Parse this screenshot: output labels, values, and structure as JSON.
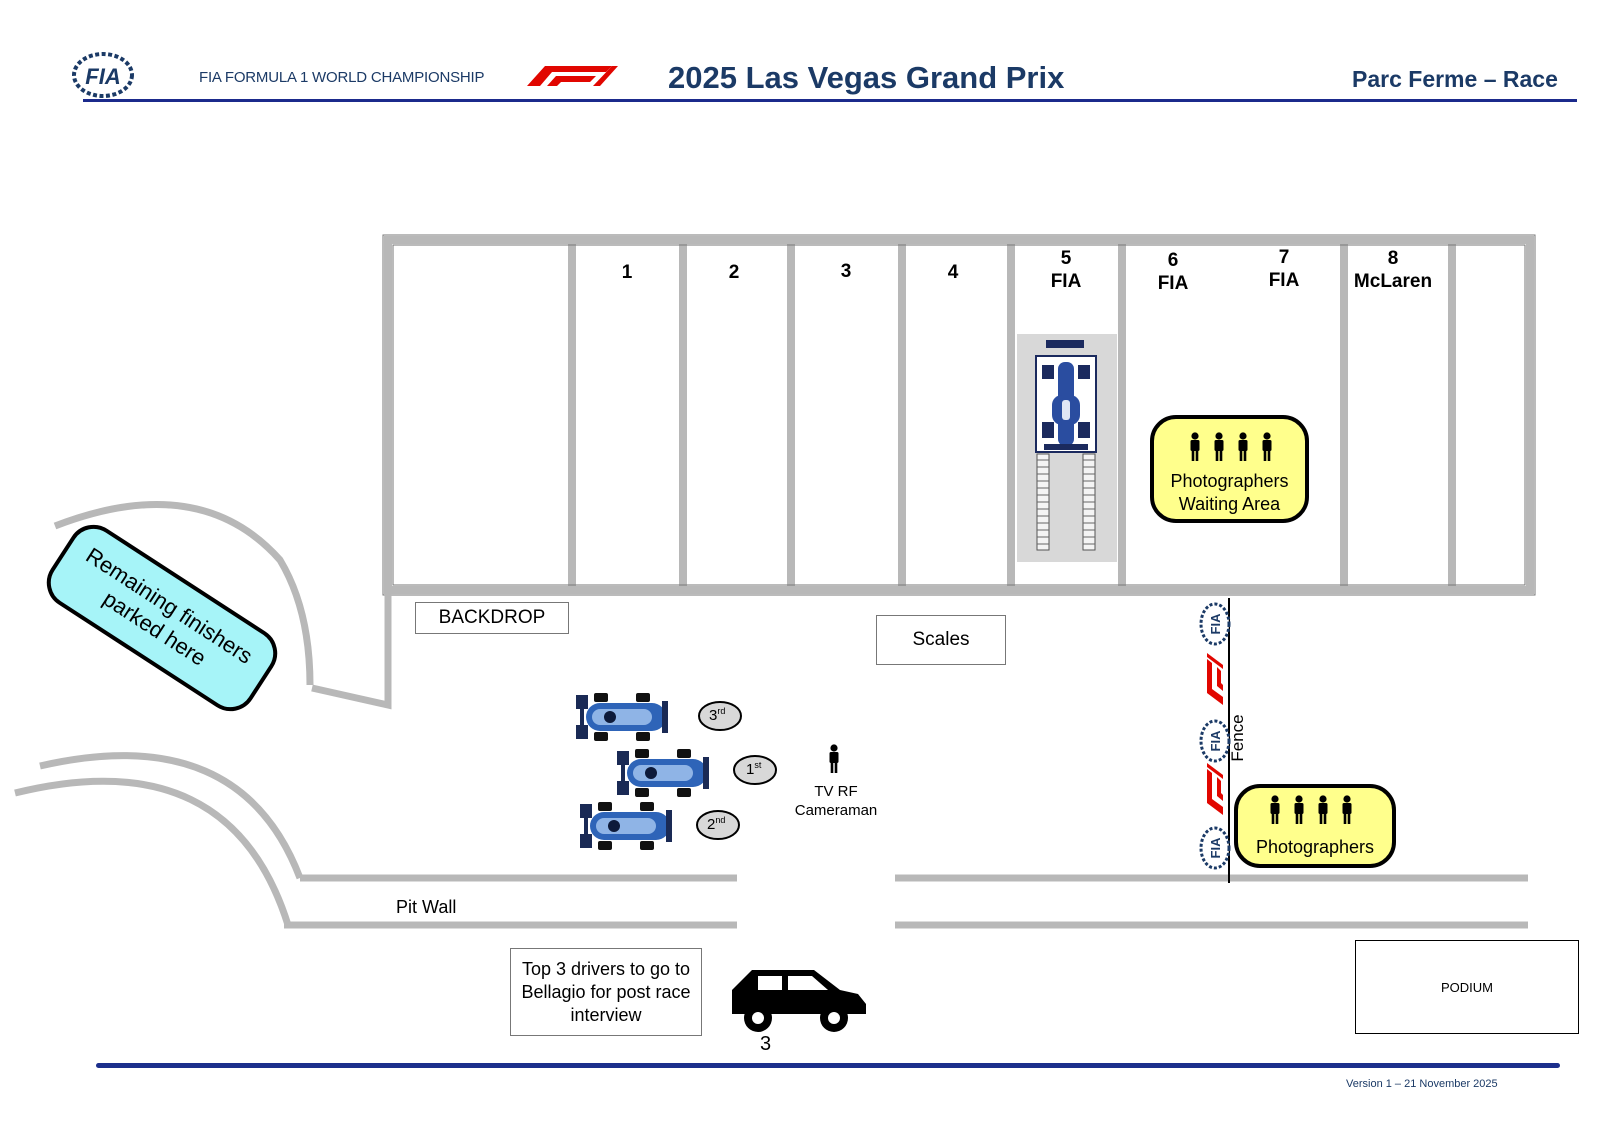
{
  "header": {
    "federation_logo_text": "FIA",
    "championship": "FIA FORMULA 1 WORLD CHAMPIONSHIP",
    "title": "2025 Las Vegas Grand Prix",
    "document": "Parc Ferme – Race"
  },
  "bays": [
    {
      "number": "1",
      "assignment": ""
    },
    {
      "number": "2",
      "assignment": ""
    },
    {
      "number": "3",
      "assignment": ""
    },
    {
      "number": "4",
      "assignment": ""
    },
    {
      "number": "5",
      "assignment": "FIA"
    },
    {
      "number": "6",
      "assignment": "FIA"
    },
    {
      "number": "7",
      "assignment": "FIA"
    },
    {
      "number": "8",
      "assignment": "McLaren"
    }
  ],
  "areas": {
    "remaining_finishers": "Remaining finishers parked here",
    "backdrop": "BACKDROP",
    "scales": "Scales",
    "photographers_waiting": "Photographers Waiting Area",
    "photographers": "Photographers",
    "fence": "Fence",
    "pit_wall": "Pit Wall",
    "podium": "PODIUM",
    "bellagio_note": "Top 3 drivers to go to Bellagio for post race interview",
    "car_number": "3",
    "cameraman": "TV RF Cameraman"
  },
  "positions": [
    {
      "num": "3",
      "suffix": "rd"
    },
    {
      "num": "1",
      "suffix": "st"
    },
    {
      "num": "2",
      "suffix": "nd"
    }
  ],
  "footer": {
    "version": "Version 1 – 21  November 2025"
  },
  "colors": {
    "navy": "#1b3a66",
    "rule_blue": "#1c2f8c",
    "wall_gray": "#b8b8b8",
    "cyan_area": "#a6f4f8",
    "yellow_area": "#ffff8c",
    "f1_red": "#e10600",
    "car_blue": "#2e64b8"
  },
  "icons": [
    "fia-logo-icon",
    "f1-logo-icon",
    "race-car-icon",
    "person-icon",
    "car-icon"
  ]
}
